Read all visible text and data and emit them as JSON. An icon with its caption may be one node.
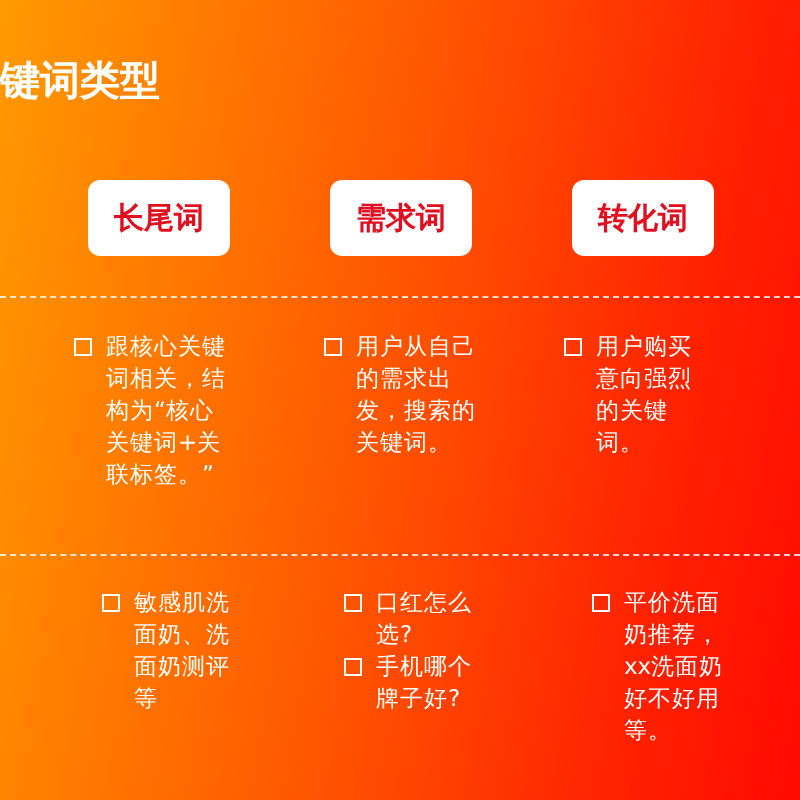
{
  "diagram": {
    "title": "键词类型",
    "nodes": [
      {
        "text": [
          "长尾词"
        ]
      },
      {
        "text": [
          "需求词"
        ]
      },
      {
        "text": [
          "转化词"
        ]
      }
    ],
    "labels": [
      "跟核心关键词相关，结构为“核心关键词+关联标签。”",
      "用户从自己的需求出发，搜索的关键词。",
      "用户购买意向强烈的关键词。",
      "敏感肌洗面奶、洗面奶测评等",
      "口红怎么选?",
      "手机哪个牌子好?",
      "平价洗面奶推荐，xx洗面奶好不好用等。"
    ]
  }
}
